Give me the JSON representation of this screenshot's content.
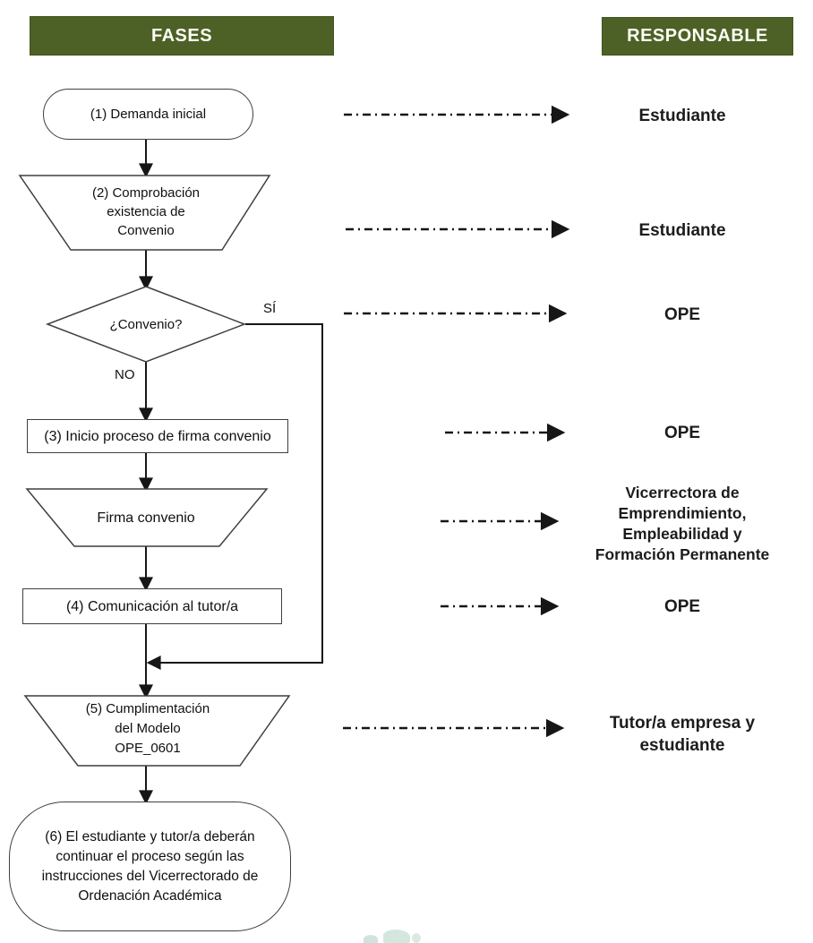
{
  "headers": {
    "fases": "FASES",
    "responsable": "RESPONSABLE"
  },
  "flow": {
    "node1": "(1) Demanda inicial",
    "node2": "(2) Comprobación\nexistencia de\nConvenio",
    "decision": "¿Convenio?",
    "decision_yes": "SÍ",
    "decision_no": "NO",
    "node3": "(3) Inicio proceso de firma convenio",
    "node4": "Firma convenio",
    "node5": "(4) Comunicación al tutor/a",
    "node6": "(5) Cumplimentación\ndel Modelo\nOPE_0601",
    "node7": "(6) El estudiante y tutor/a deberán\ncontinuar el proceso según las\ninstrucciones del Vicerrectorado de\nOrdenación Académica"
  },
  "responsables": [
    "Estudiante",
    "Estudiante",
    "OPE",
    "OPE",
    "Vicerrectora de\nEmprendimiento,\nEmpleabilidad y\nFormación Permanente",
    "OPE",
    "Tutor/a empresa y\nestudiante"
  ],
  "colors": {
    "header_bg": "#4d6126",
    "header_border": "#41531e",
    "header_text": "#fdfdf5",
    "node_border": "#3f3f3f",
    "line": "#161616",
    "watermark": "#b2d4c4"
  }
}
